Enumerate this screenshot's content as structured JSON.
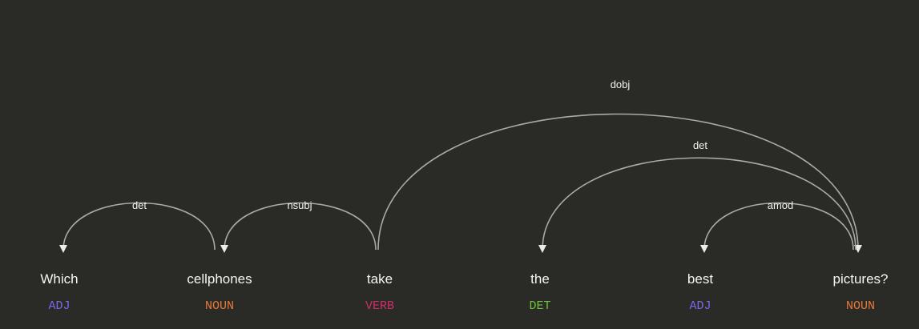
{
  "tokens": [
    {
      "text": "Which",
      "tag": "ADJ",
      "tag_color": "#7d68ea"
    },
    {
      "text": "cellphones",
      "tag": "NOUN",
      "tag_color": "#e8793c"
    },
    {
      "text": "take",
      "tag": "VERB",
      "tag_color": "#cf2d6a"
    },
    {
      "text": "the",
      "tag": "DET",
      "tag_color": "#6fc43b"
    },
    {
      "text": "best",
      "tag": "ADJ",
      "tag_color": "#7d68ea"
    },
    {
      "text": "pictures?",
      "tag": "NOUN",
      "tag_color": "#e8793c"
    }
  ],
  "arcs": [
    {
      "label": "det",
      "from": 1,
      "to": 0
    },
    {
      "label": "nsubj",
      "from": 2,
      "to": 1
    },
    {
      "label": "dobj",
      "from": 2,
      "to": 5
    },
    {
      "label": "det",
      "from": 5,
      "to": 3
    },
    {
      "label": "amod",
      "from": 5,
      "to": 4
    }
  ],
  "colors": {
    "background": "#2a2b26",
    "arc": "#a9aaa4",
    "text": "#f5f5f5"
  }
}
